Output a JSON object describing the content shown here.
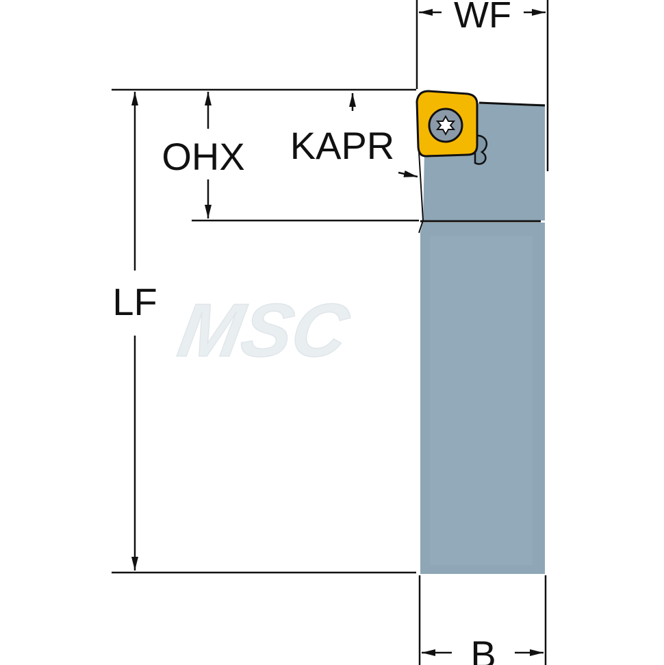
{
  "labels": {
    "wf": "WF",
    "kapr": "KAPR",
    "ohx": "OHX",
    "lf": "LF",
    "b": "B"
  },
  "watermark": "MSC",
  "colors": {
    "shank": "#8ea6b6",
    "shank_edge": "#6f8898",
    "insert": "#f5b800",
    "insert_edge": "#c98f00",
    "screw": "#8a9aa8",
    "line": "#111111",
    "background": "#ffffff",
    "watermark": "#e9eef1"
  },
  "icons": {
    "screw": "torx-screw-icon",
    "clamp": "clamp-icon"
  }
}
